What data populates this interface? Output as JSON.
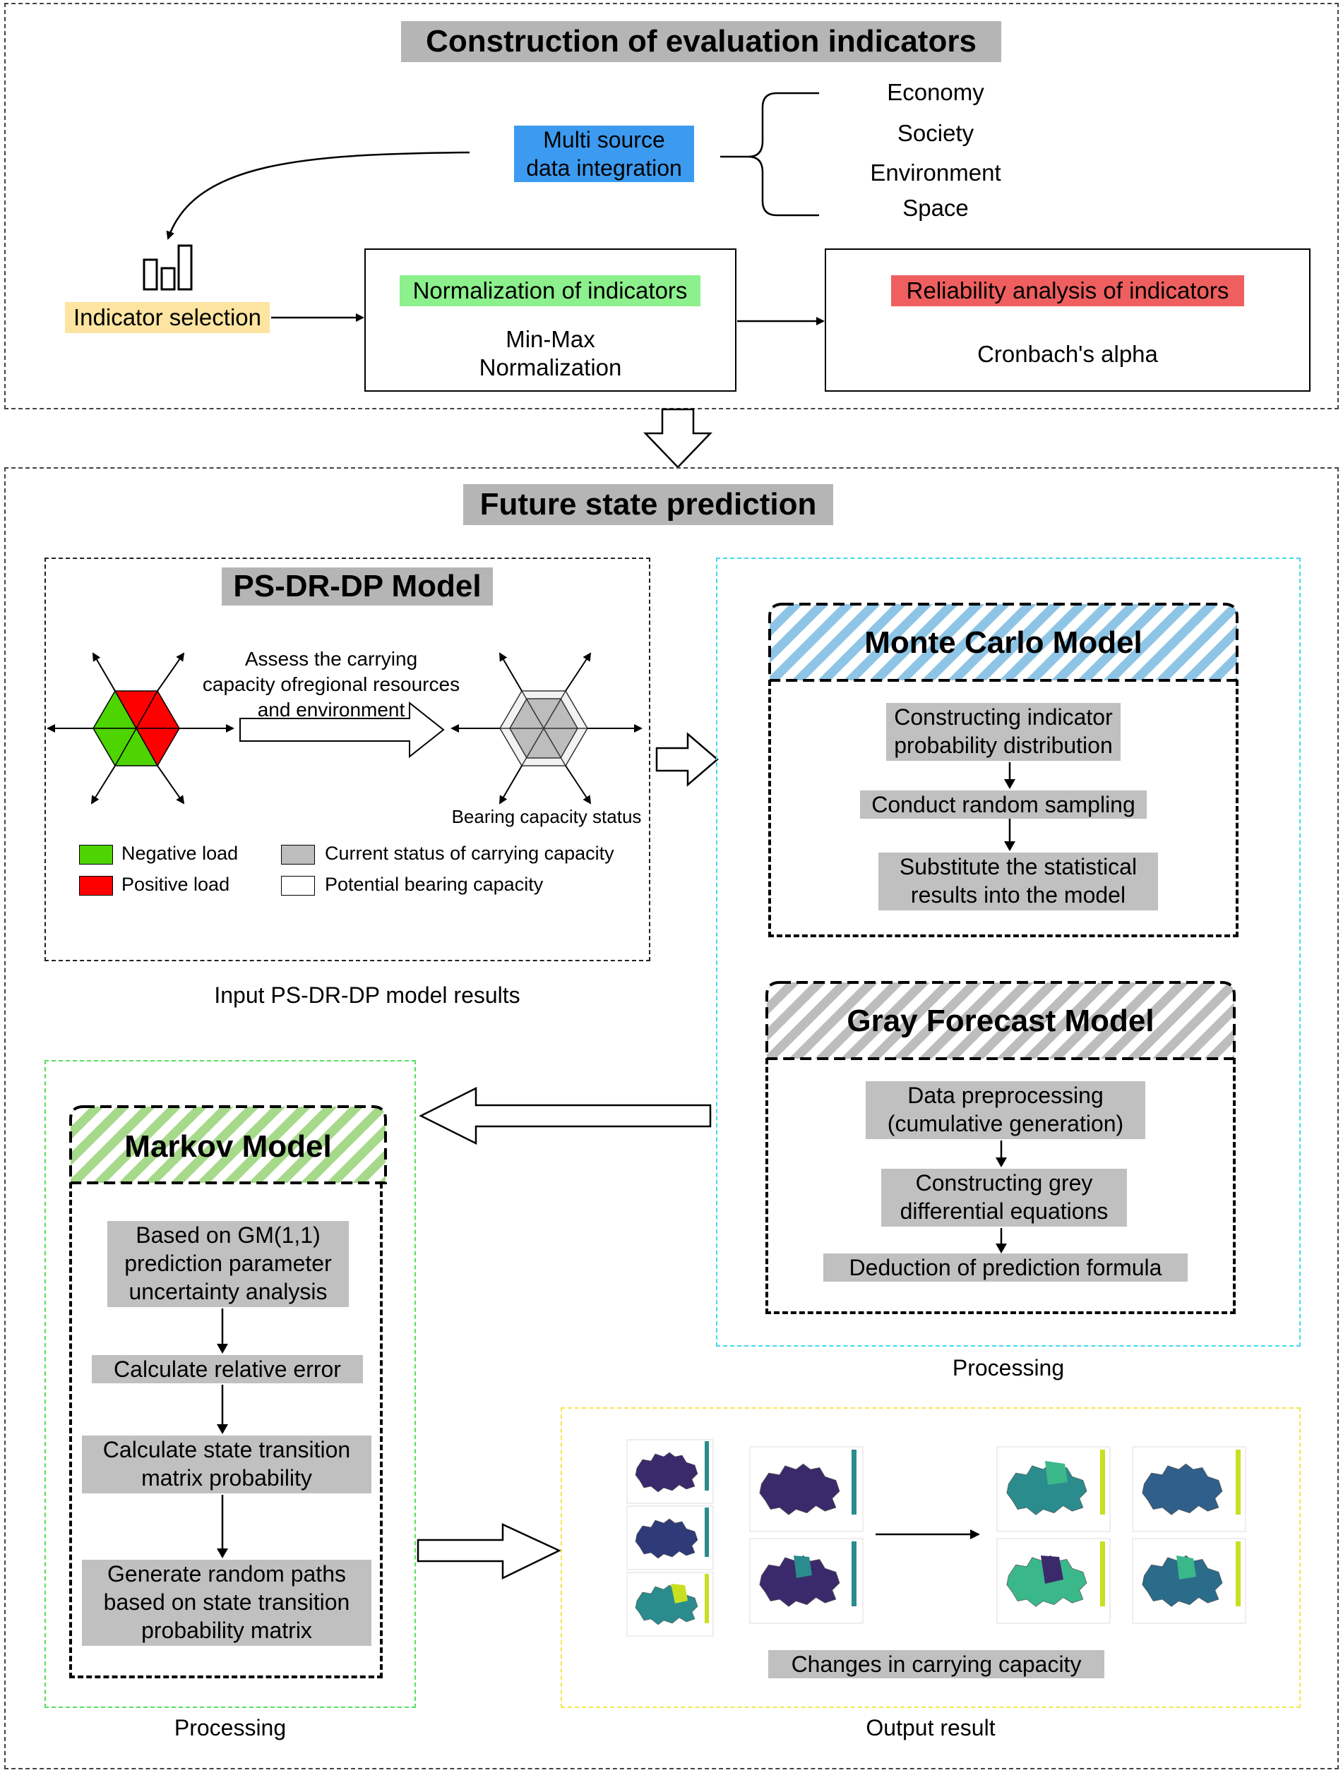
{
  "section1": {
    "title": "Construction of evaluation indicators",
    "multi_source": [
      "Multi source",
      "data integration"
    ],
    "categories": [
      "Economy",
      "Society",
      "Environment",
      "Space"
    ],
    "indicator_selection": "Indicator selection",
    "normalization": {
      "title": "Normalization of indicators",
      "line1": "Min-Max",
      "line2": "Normalization"
    },
    "reliability": {
      "title": "Reliability analysis of indicators",
      "method": "Cronbach's alpha"
    }
  },
  "section2": {
    "title": "Future state prediction",
    "psdrdp": {
      "title": "PS-DR-DP Model",
      "assess_text": [
        "Assess the carrying",
        "capacity ofregional resources",
        "and environment"
      ],
      "bearing_status": "Bearing capacity status",
      "legend": {
        "negative": "Negative load",
        "positive": "Positive load",
        "current": "Current status of carrying capacity",
        "potential": "Potential bearing capacity"
      },
      "input_label": "Input PS-DR-DP model results"
    },
    "monte_carlo": {
      "title": "Monte Carlo Model",
      "step1": [
        "Constructing indicator",
        "probability distribution"
      ],
      "step2": "Conduct random sampling",
      "step3": [
        "Substitute the statistical",
        "results into the model"
      ]
    },
    "gray": {
      "title": "Gray Forecast Model",
      "step1": [
        "Data preprocessing",
        "(cumulative generation)"
      ],
      "step2": [
        "Constructing grey",
        "differential equations"
      ],
      "step3": "Deduction of prediction formula"
    },
    "processing_right": "Processing",
    "markov": {
      "title": "Markov Model",
      "step1": [
        "Based on GM(1,1)",
        "prediction parameter",
        "uncertainty analysis"
      ],
      "step2": "Calculate relative error",
      "step3": [
        "Calculate state transition",
        "matrix probability"
      ],
      "step4": [
        "Generate random paths",
        "based on state transition",
        "probability matrix"
      ]
    },
    "processing_left": "Processing",
    "output": {
      "changes": "Changes in carrying capacity",
      "label": "Output result"
    }
  },
  "colors": {
    "blue_highlight": "#3c9bf0",
    "yellow_highlight": "#fde4a0",
    "green_highlight": "#8cf08c",
    "red_highlight": "#ef5f5f",
    "gray_highlight": "#c0c0c0",
    "negative_load": "#4ed400",
    "positive_load": "#ff0000",
    "monte_carlo_hatch": "#8ec5e6",
    "gray_hatch": "#bdbdbd",
    "markov_hatch": "#a6d98a",
    "cyan_border": "#3fdcf0",
    "green_border": "#55e05a",
    "yellow_border": "#f0e84a",
    "map_purple": "#3b2a6b",
    "map_teal": "#2a8c8c",
    "map_green": "#3bb88a",
    "map_yellow": "#c8e020"
  }
}
